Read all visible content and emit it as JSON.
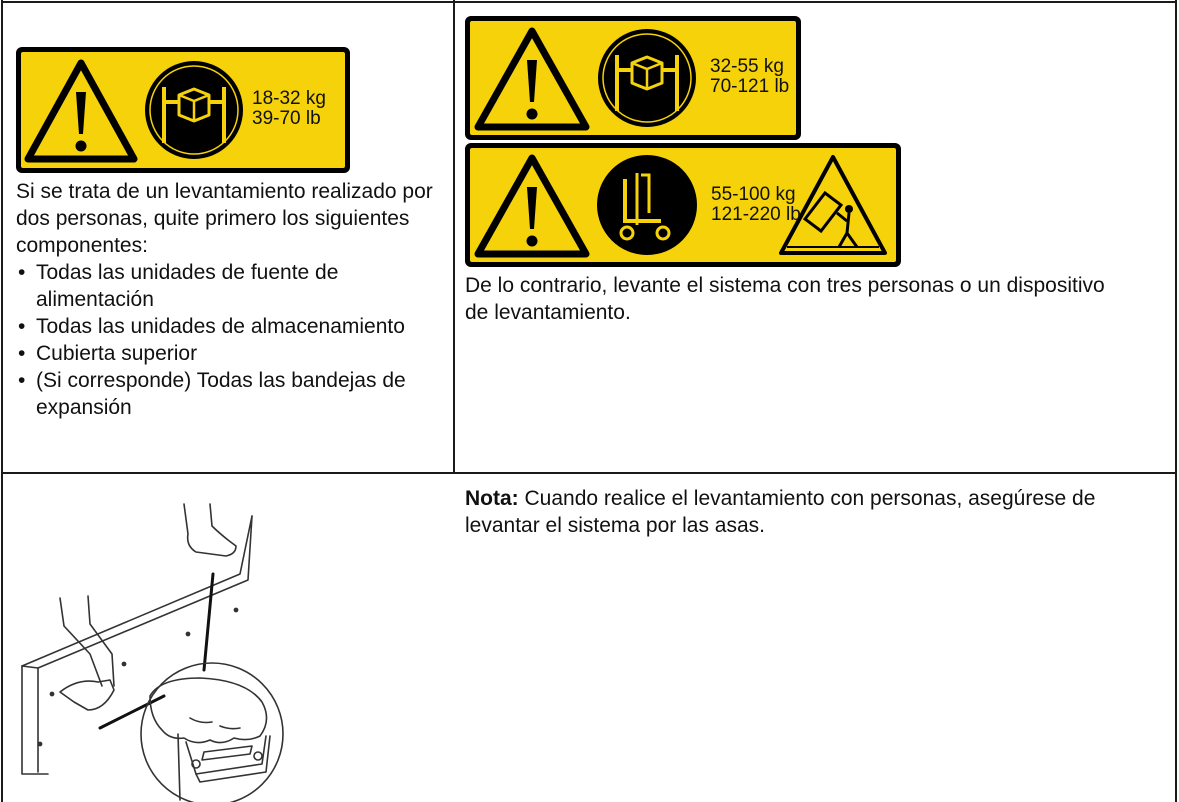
{
  "left_top": {
    "label": {
      "icons": [
        "warning-triangle-icon",
        "two-person-lift-icon"
      ],
      "weight_kg": "18-32 kg",
      "weight_lb": "39-70 lb"
    },
    "intro": "Si se trata de un levantamiento realizado por dos personas, quite primero los siguientes componentes:",
    "items": [
      "Todas las unidades de fuente de alimentación",
      "Todas las unidades de almacenamiento",
      "Cubierta superior",
      "(Si corresponde) Todas las bandejas de expansión"
    ]
  },
  "right_top": {
    "label1": {
      "icons": [
        "warning-triangle-icon",
        "two-person-lift-icon"
      ],
      "weight_kg": "32-55 kg",
      "weight_lb": "70-121 lb"
    },
    "label2": {
      "icons": [
        "warning-triangle-icon",
        "lift-device-icon",
        "tip-over-hazard-icon"
      ],
      "weight_kg": "55-100 kg",
      "weight_lb": "121-220 lb"
    },
    "text": "De lo contrario, levante el sistema con tres personas o un dispositivo de levantamiento."
  },
  "bottom": {
    "illustration": "hands-lifting-by-handles-illustration",
    "note_label": "Nota:",
    "note_text": " Cuando realice el levantamiento con personas, asegúrese de levantar el sistema por las asas."
  },
  "colors": {
    "label_yellow": "#f5d20a",
    "label_black": "#000000",
    "border": "#1a1a1a"
  }
}
